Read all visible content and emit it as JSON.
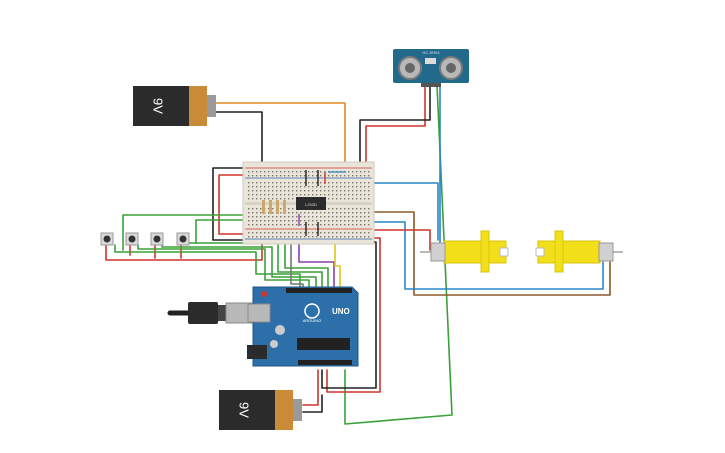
{
  "battery_top": {
    "label": "9V"
  },
  "battery_bottom": {
    "label": "9V"
  },
  "arduino": {
    "brand": "ARDUINO",
    "model": "UNO"
  },
  "ic": {
    "label": "L293D"
  },
  "sensor": {
    "label": "HC-SR04"
  },
  "colors": {
    "breadboard": "#e9e5da",
    "arduino": "#2d6fa8",
    "battery": "#2b2b2b",
    "battery_cap": "#c98b35",
    "motor": "#f2df1a",
    "sensor": "#23698c",
    "wire_red": "#d0342c",
    "wire_black": "#222222",
    "wire_green": "#3aa13a",
    "wire_orange": "#e08a1e",
    "wire_brown": "#8a5a2b",
    "wire_blue": "#2a86c8",
    "wire_purple": "#8a3fb0",
    "wire_yellow": "#e0c51a"
  }
}
